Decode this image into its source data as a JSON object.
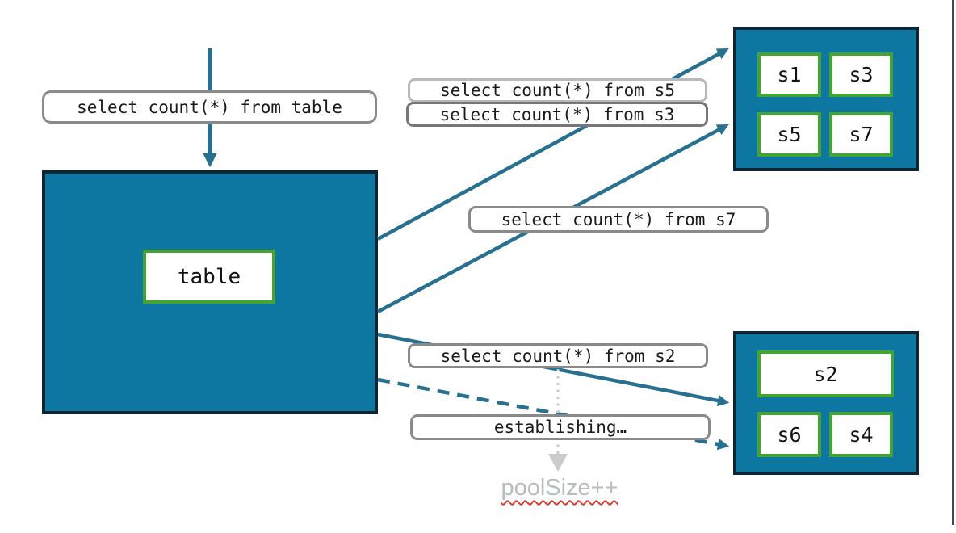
{
  "queries": {
    "from_table": "select count(*) from table",
    "from_s5": "select count(*) from s5",
    "from_s3": "select count(*) from s3",
    "from_s7": "select count(*) from s7",
    "from_s2": "select count(*) from s2",
    "establishing": "establishing…"
  },
  "main_box": {
    "label": "table"
  },
  "shards": {
    "top": [
      "s1",
      "s3",
      "s5",
      "s7"
    ],
    "bottom": [
      "s2",
      "s6",
      "s4"
    ]
  },
  "annotation": {
    "pool_size": "poolSize++"
  },
  "colors": {
    "teal_fill": "#0d76a1",
    "dark_border": "#0d2635",
    "green_border": "#43a333",
    "arrow_teal": "#27708f",
    "label_border_gray": "#8a8a8a",
    "label_border_light": "#b9b9b9",
    "muted_annotation_gray": "#b9bcbf",
    "spellcheck_red": "#d83b2f"
  }
}
